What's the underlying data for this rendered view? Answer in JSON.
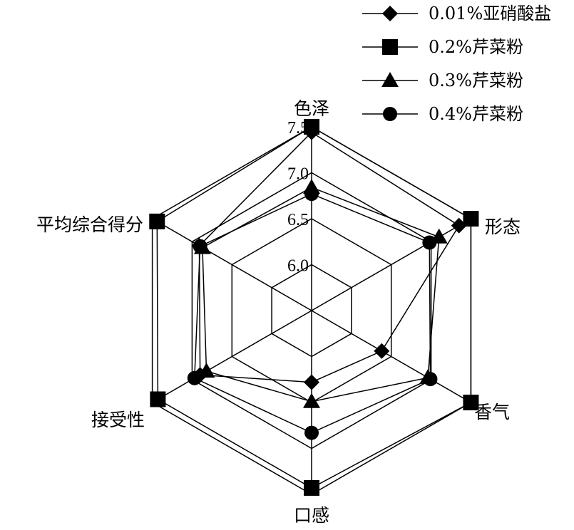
{
  "chart_data": {
    "type": "radar",
    "axes": [
      "色泽",
      "形态",
      "香气",
      "口感",
      "接受性",
      "平均综合得分"
    ],
    "ticks": [
      6.0,
      6.5,
      7.0,
      7.5
    ],
    "tick_labels": [
      "6.0",
      "6.5",
      "7.0",
      "7.5"
    ],
    "range": [
      5.5,
      7.5
    ],
    "grid": true,
    "legend_position": "top-right",
    "series": [
      {
        "name": "0.01%亚硝酸盐",
        "marker": "diamond",
        "values": [
          7.44,
          7.35,
          6.38,
          6.28,
          6.9,
          6.91
        ]
      },
      {
        "name": "0.2%芹菜粉",
        "marker": "square",
        "values": [
          7.5,
          7.5,
          7.5,
          7.43,
          7.43,
          7.44
        ]
      },
      {
        "name": "0.3%芹菜粉",
        "marker": "triangle",
        "values": [
          6.84,
          7.1,
          6.96,
          6.49,
          6.82,
          6.87
        ]
      },
      {
        "name": "0.4%芹菜粉",
        "marker": "circle",
        "values": [
          6.77,
          6.98,
          6.99,
          6.83,
          6.97,
          6.9
        ]
      }
    ]
  }
}
